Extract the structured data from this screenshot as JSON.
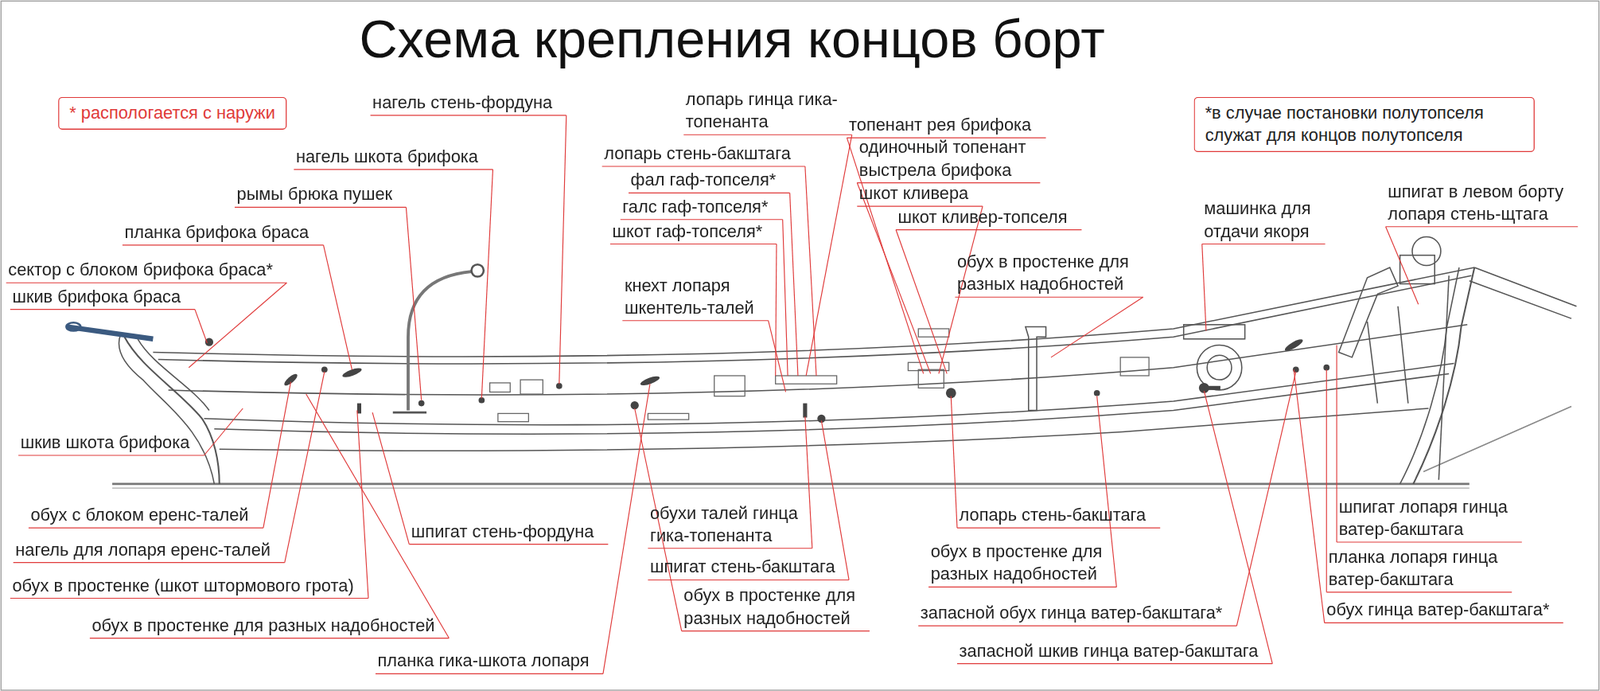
{
  "diagram": {
    "title": "Схема крепления концов борт",
    "nodes": [
      {
        "text": [
          "* распологается с наружи"
        ]
      },
      {
        "text": [
          "*в случае постановки полутопселя служат для концов полутопселя"
        ]
      }
    ],
    "labels": [
      "нагель стень-фордуна",
      "нагель шкота брифока",
      "рымы брюка пушек",
      "планка брифока браса",
      "сектор с блоком брифока браса*",
      "шкив брифока браса",
      "лопарь гинца гика-топенанта",
      "лопарь стень-бакштага",
      "фал гаф-топселя*",
      "галс гаф-топселя*",
      "шкот гаф-топселя*",
      "кнехт лопаря шкентель-талей",
      "топенант рея брифока",
      "одиночный топенант выстрела брифока",
      "шкот кливера",
      "шкот кливер-топселя",
      "обух в простенке для разных надобностей",
      "машинка для отдачи якоря",
      "шпигат в левом борту лопаря стень-щтага",
      "шкив шкота брифока",
      "обух с блоком еренс-талей",
      "нагель для лопаря еренс-талей",
      "обух в простенке (шкот штормового грота)",
      "обух в простенке для разных надобностей",
      "планка гика-шкота лопаря",
      "шпигат стень-фордуна",
      "обухи талей гинца гика-топенанта",
      "шпигат стень-бакштага",
      "обух в простенке для разных надобностей",
      "лопарь стень-бакштага",
      "обух в простенке для разных надобностей",
      "запасной обух гинца ватер-бакштага*",
      "запасной шкив гинца ватер-бакштага",
      "шпигат лопаря гинца ватер-бакштага",
      "планка лопаря гинца ватер-бакштага",
      "обух гинца ватер-бакштага*"
    ]
  }
}
